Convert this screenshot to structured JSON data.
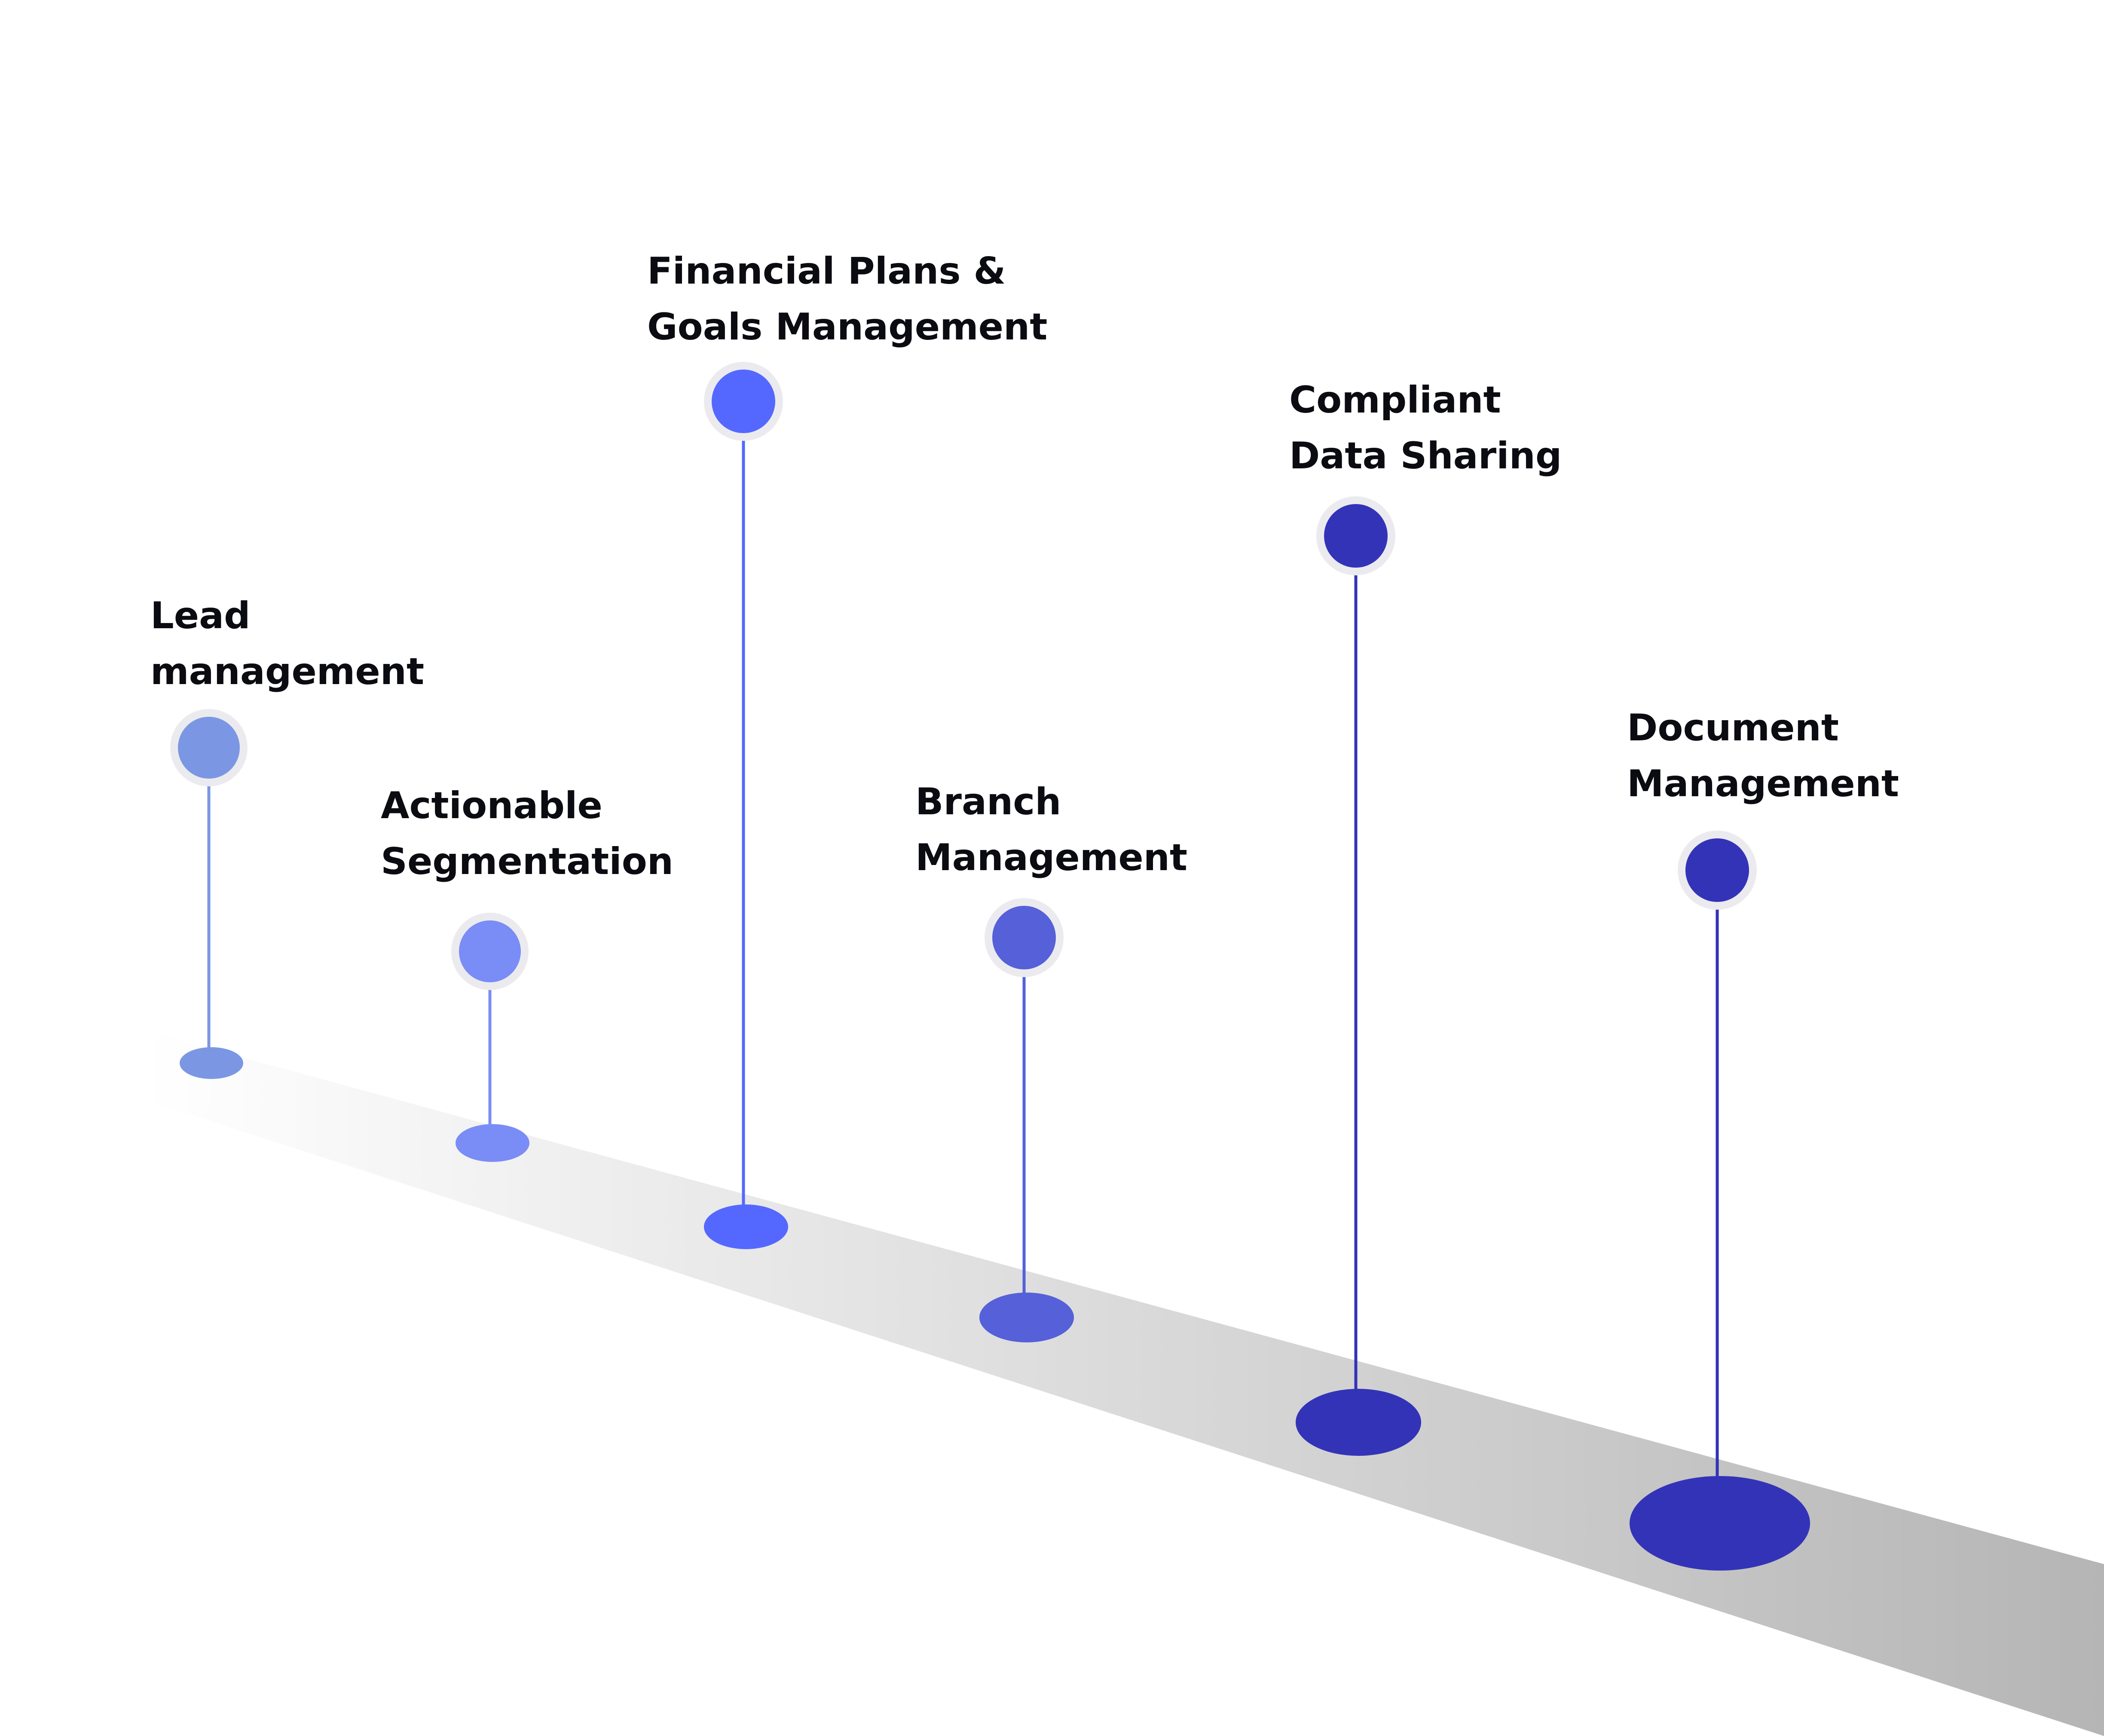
{
  "milestones": [
    {
      "id": "lead-management",
      "lines": [
        "Lead",
        "management"
      ],
      "color": "#7B97E3"
    },
    {
      "id": "actionable-segmentation",
      "lines": [
        "Actionable",
        "Segmentation"
      ],
      "color": "#7A8CF5"
    },
    {
      "id": "financial-plans-goals-management",
      "lines": [
        "Financial Plans &",
        "Goals Management"
      ],
      "color": "#5468FF"
    },
    {
      "id": "branch-management",
      "lines": [
        "Branch",
        "Management"
      ],
      "color": "#5560D9"
    },
    {
      "id": "compliant-data-sharing",
      "lines": [
        "Compliant",
        "Data Sharing"
      ],
      "color": "#3333B8"
    },
    {
      "id": "document-management",
      "lines": [
        "Document",
        "Management"
      ],
      "color": "#3333B8"
    }
  ],
  "colors": {
    "path_start": "#ffffff",
    "path_end": "#b5b5b5",
    "marker_ring": "#ebebef",
    "label_text": "#0b0b12"
  }
}
